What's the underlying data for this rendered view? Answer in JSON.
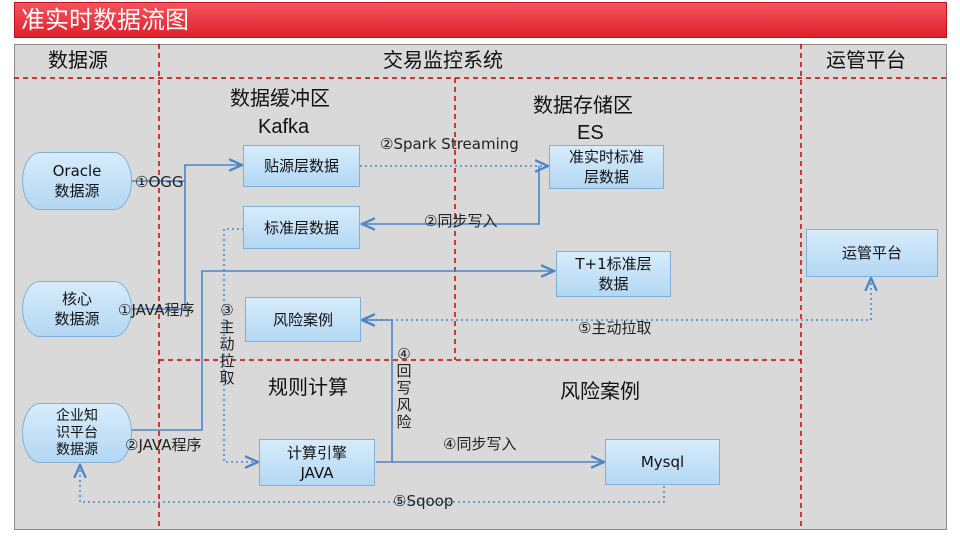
{
  "title": "准实时数据流图",
  "sections": {
    "data_source": "数据源",
    "trading_monitor": "交易监控系统",
    "ops_platform": "运管平台"
  },
  "zones": {
    "buffer_title": "数据缓冲区",
    "buffer_sub": "Kafka",
    "storage_title": "数据存储区",
    "storage_sub": "ES",
    "rule_calc": "规则计算",
    "risk_case": "风险案例"
  },
  "sources": {
    "oracle": "Oracle\n数据源",
    "core": "核心\n数据源",
    "enterprise": "企业知\n识平台\n数据源"
  },
  "boxes": {
    "paste_source": "贴源层数据",
    "standard_layer": "标准层数据",
    "realtime_std": "准实时标准\n层数据",
    "t1_std": "T+1标准层\n数据",
    "risk_case": "风险案例",
    "ops_platform": "运管平台",
    "engine": "计算引擎\nJAVA",
    "mysql": "Mysql"
  },
  "labels": {
    "ogg": "①OGG",
    "java_core": "①JAVA程序",
    "java_ent": "②JAVA程序",
    "spark": "②Spark Streaming",
    "sync_write": "②同步写入",
    "pull_v": "③主动拉取",
    "write_risk_v": "④回写风险",
    "sync_write4": "④同步写入",
    "pull5": "⑤主动拉取",
    "sqoop": "⑤Sqoop"
  },
  "colors": {
    "title_bg": "#e8303a",
    "divider": "#cc0000",
    "box_fill": "#c5e2f8",
    "arrow": "#4a86c8"
  }
}
